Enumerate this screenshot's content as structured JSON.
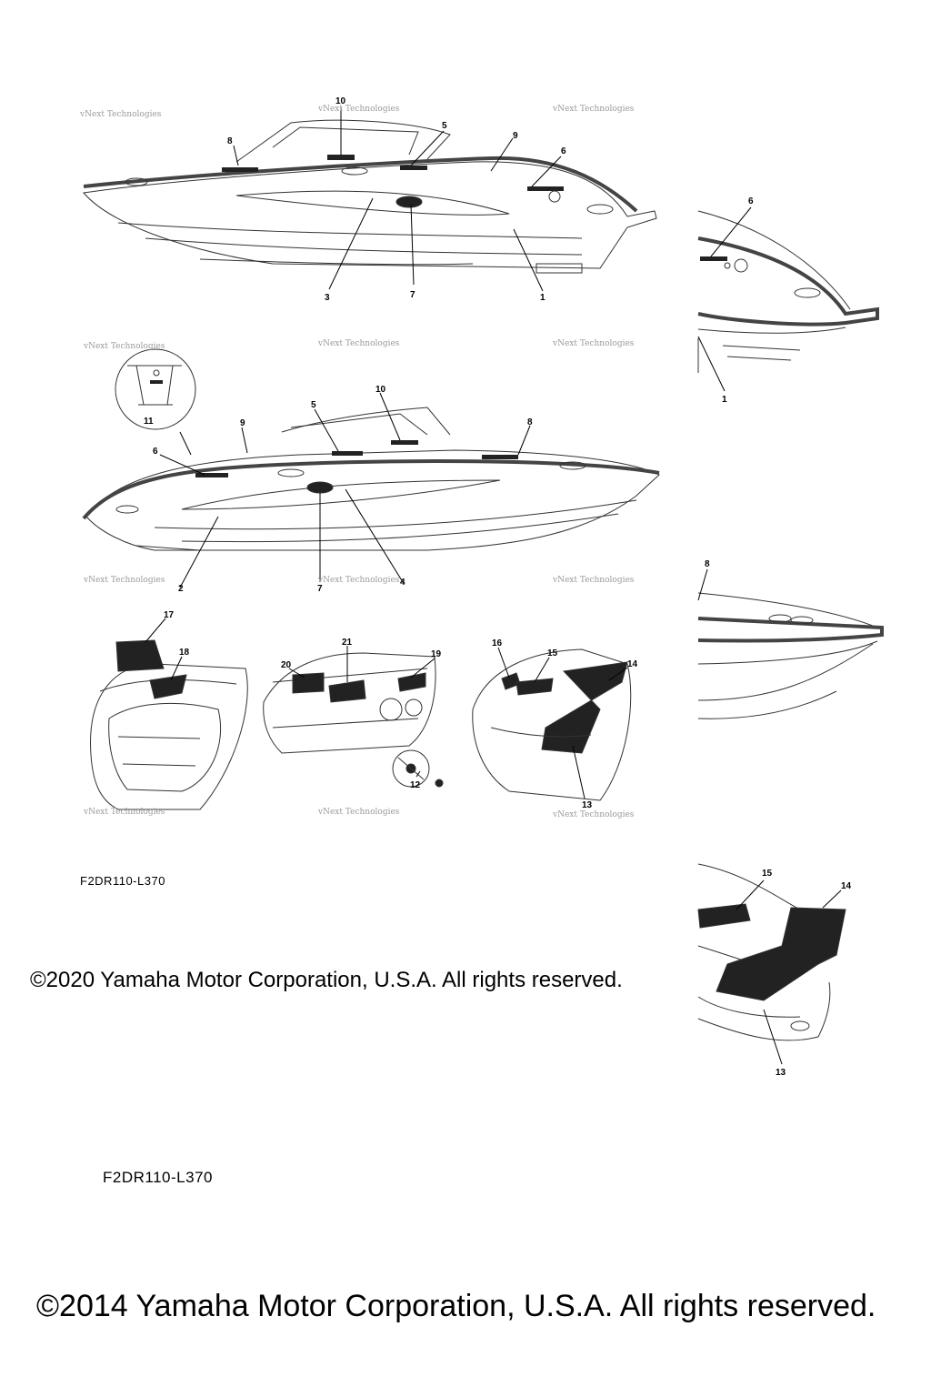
{
  "watermark": "vNext Technologies",
  "callouts": {
    "top_boat": {
      "c8": "8",
      "c10": "10",
      "c5": "5",
      "c9": "9",
      "c6": "6",
      "c3": "3",
      "c7": "7",
      "c1": "1"
    },
    "top_detail": {
      "c6": "6",
      "c1": "1"
    },
    "mid_boat": {
      "c11": "11",
      "c9": "9",
      "c6": "6",
      "c5": "5",
      "c10": "10",
      "c8": "8",
      "c2": "2",
      "c7": "7",
      "c4": "4"
    },
    "mid_detail": {
      "c8": "8"
    },
    "interior": {
      "c17": "17",
      "c18": "18",
      "c21": "21",
      "c19": "19",
      "c20": "20",
      "c12": "12",
      "c16": "16",
      "c15": "15",
      "c14": "14",
      "c13": "13"
    },
    "deck_detail": {
      "c15": "15",
      "c14": "14",
      "c13": "13"
    }
  },
  "footer": {
    "code_upper": "F2DR110-L370",
    "copyright_upper": "©2020 Yamaha Motor Corporation, U.S.A. All rights reserved.",
    "code_lower": "F2DR110-L370",
    "copyright_lower": "©2014 Yamaha Motor Corporation, U.S.A. All rights reserved."
  }
}
